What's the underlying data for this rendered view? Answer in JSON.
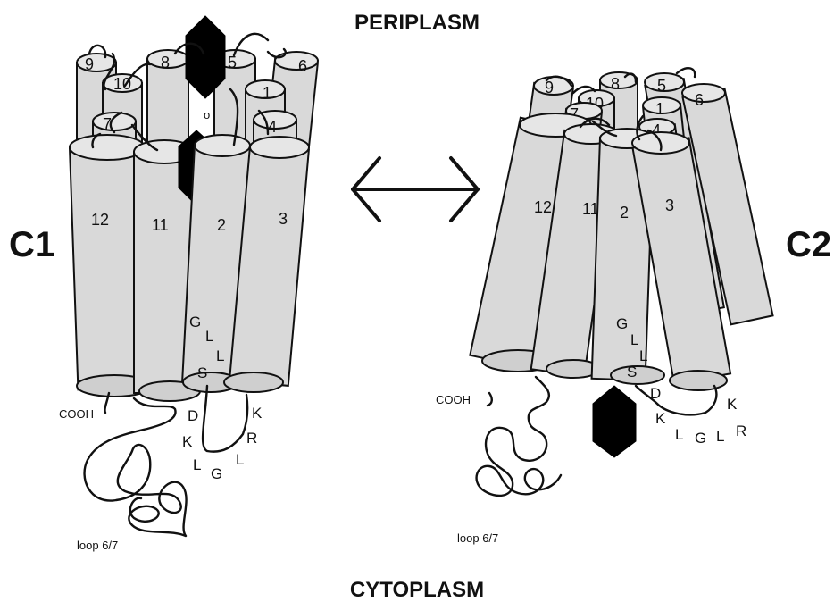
{
  "labels": {
    "top_region": "PERIPLASM",
    "bottom_region": "CYTOPLASM",
    "state_left": "C1",
    "state_right": "C2"
  },
  "left": {
    "helices": [
      "1",
      "2",
      "3",
      "4",
      "5",
      "6",
      "7",
      "8",
      "9",
      "10",
      "11",
      "12"
    ],
    "motif_vertical": [
      "G",
      "L",
      "L",
      "S"
    ],
    "motif_loop": [
      "D",
      "K",
      "L",
      "G",
      "L",
      "R",
      "K"
    ],
    "terminus": "COOH",
    "loop_label": "loop 6/7",
    "marker": "o"
  },
  "right": {
    "helices": [
      "1",
      "2",
      "3",
      "4",
      "5",
      "6",
      "7",
      "8",
      "9",
      "10",
      "11",
      "12"
    ],
    "motif_vertical": [
      "G",
      "L",
      "L",
      "S"
    ],
    "motif_loop": [
      "D",
      "K",
      "L",
      "G",
      "L",
      "R",
      "K"
    ],
    "terminus": "COOH",
    "loop_label": "loop 6/7"
  },
  "colors": {
    "helix_fill": "#d9d9d9",
    "ligand_fill": "#000000",
    "stroke": "#111111"
  }
}
